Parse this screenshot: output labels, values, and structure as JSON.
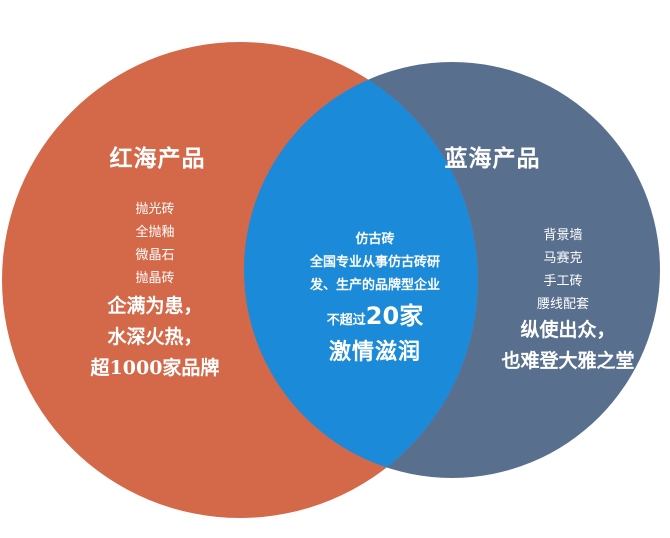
{
  "left_set": {
    "title": "红海产品",
    "items": [
      "抛光砖",
      "全抛釉",
      "微晶石",
      "抛晶砖"
    ],
    "slogan": [
      "企满为患，",
      "水深火热，",
      "超1000家品牌"
    ],
    "color": "#D4694A"
  },
  "right_set": {
    "title": "蓝海产品",
    "items": [
      "背景墙",
      "马赛克",
      "手工砖",
      "腰线配套"
    ],
    "slogan": [
      "纵使出众，",
      "也难登大雅之堂"
    ],
    "color": "#596F8E"
  },
  "intersection": {
    "lines": [
      "仿古砖",
      "全国专业从事仿古砖研",
      "发、生产的品牌型企业"
    ],
    "count_prefix": "不超过",
    "count_value": "20家",
    "slogan": "激情滋润",
    "color": "#1B8AD8"
  }
}
